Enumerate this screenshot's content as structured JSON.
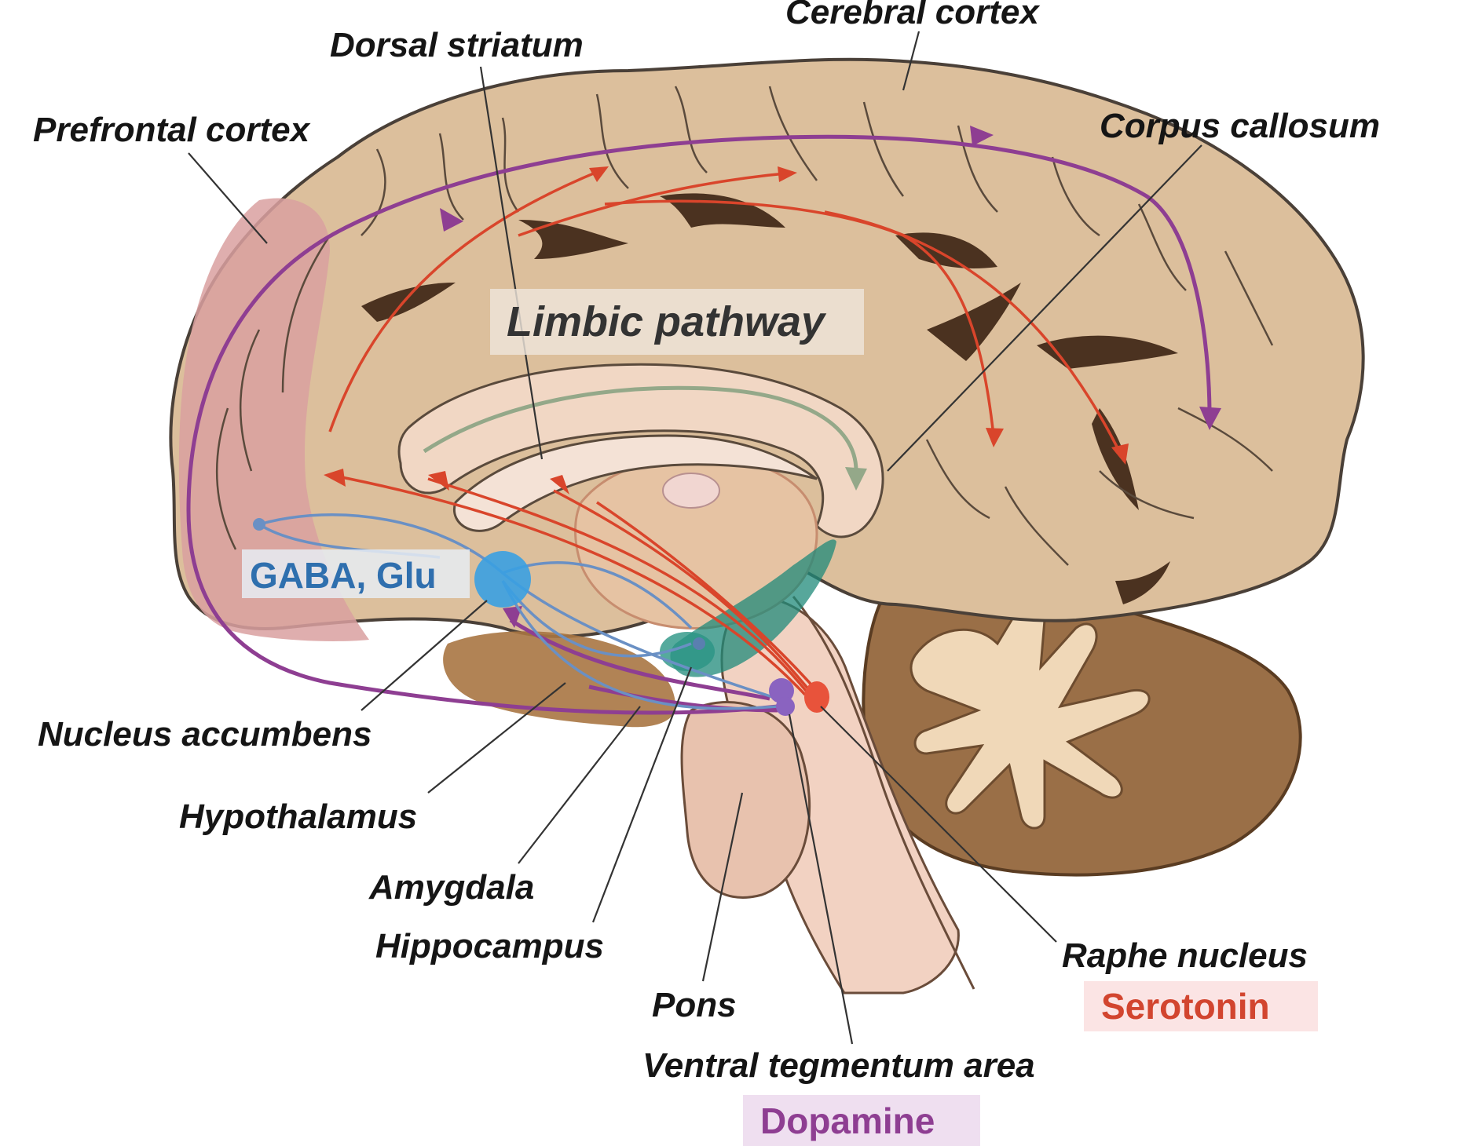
{
  "labels": {
    "cerebral_cortex": "Cerebral cortex",
    "dorsal_striatum": "Dorsal striatum",
    "prefrontal_cortex": "Prefrontal cortex",
    "corpus_callosum": "Corpus callosum",
    "limbic_pathway": "Limbic pathway",
    "gaba_glu": "GABA, Glu",
    "nucleus_accumbens": "Nucleus accumbens",
    "hypothalamus": "Hypothalamus",
    "amygdala": "Amygdala",
    "hippocampus": "Hippocampus",
    "pons": "Pons",
    "ventral_tegmentum_area": "Ventral tegmentum area",
    "raphe_nucleus": "Raphe nucleus",
    "serotonin": "Serotonin",
    "dopamine": "Dopamine"
  },
  "colors": {
    "cortex": "#dcbf9c",
    "cortex_outline": "#4a4038",
    "sulcus": "#4b3220",
    "prefrontal": "#d9a0a0",
    "limbic_inner": "#f1d7c4",
    "cerebellum": "#9a6f47",
    "cerebellum_white": "#f0d8b8",
    "brainstem": "#f2d2c2",
    "serotonin_path": "#d9452b",
    "dopamine_path": "#8e3e92",
    "gaba_path": "#6a90c4",
    "gaba_node": "#3aa0e2",
    "limbic_arrow": "#94a889",
    "amygdala": "#1f8a7a",
    "serotonin_text": "#d2452f",
    "serotonin_bg": "#fbe4e4",
    "dopamine_text": "#8e3e92",
    "dopamine_bg": "#efdff0"
  }
}
